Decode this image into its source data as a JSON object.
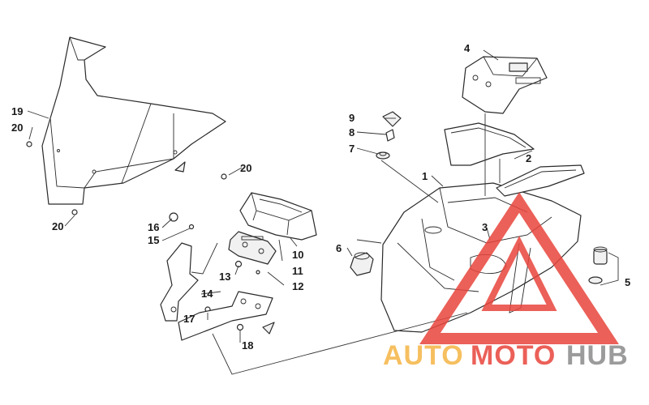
{
  "callouts": {
    "c1": "1",
    "c2": "2",
    "c3": "3",
    "c4": "4",
    "c5": "5",
    "c6": "6",
    "c7": "7",
    "c8": "8",
    "c9": "9",
    "c10": "10",
    "c11": "11",
    "c12": "12",
    "c13": "13",
    "c14": "14",
    "c15": "15",
    "c16": "16",
    "c17": "17",
    "c18": "18",
    "c19": "19",
    "c20a": "20",
    "c20b": "20",
    "c20c": "20"
  },
  "watermark": {
    "auto": "AUTO",
    "moto": "MOTO",
    "hub": "HUB",
    "colors": {
      "auto": "#f5b544",
      "moto": "#e8453c",
      "hub": "#8a8a8a",
      "triangle": "#e8453c"
    }
  }
}
